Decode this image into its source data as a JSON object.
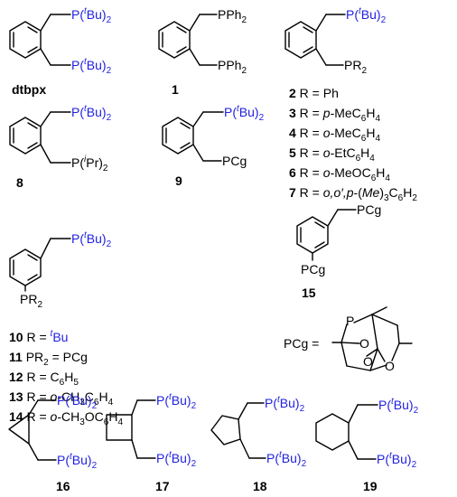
{
  "colors": {
    "highlight": "#1f1fe0",
    "ink": "#000000"
  },
  "groups": {
    "ptbu": {
      "p": "P(",
      "t": "t",
      "bu": "Bu)",
      "two": "2"
    },
    "pph": {
      "p": "PPh",
      "two": "2"
    },
    "pr": {
      "p": "PR",
      "two": "2"
    },
    "pipr": {
      "p": "P(",
      "i": "i",
      "pr": "Pr)",
      "two": "2"
    },
    "pcg": "PCg"
  },
  "compounds": {
    "dtbpx": "dtbpx",
    "c1": "1",
    "c8": "8",
    "c9": "9",
    "c15": "15",
    "c16": "16",
    "c17": "17",
    "c18": "18",
    "c19": "19"
  },
  "list_2_7": [
    {
      "num": "2",
      "r": "R = Ph"
    },
    {
      "num": "3",
      "r": "R = p-MeC6H4"
    },
    {
      "num": "4",
      "r": "R = o-MeC6H4"
    },
    {
      "num": "5",
      "r": "R = o-EtC6H4"
    },
    {
      "num": "6",
      "r": "R = o-MeOC6H4"
    },
    {
      "num": "7",
      "r": "R = o,o′,p-(Me)3C6H2"
    }
  ],
  "list_10_14": [
    {
      "num": "10",
      "r": "R = tBu"
    },
    {
      "num": "11",
      "r": "PR2 = PCg"
    },
    {
      "num": "12",
      "r": "R = C6H5"
    },
    {
      "num": "13",
      "r": "R = o-CH3C6H4"
    },
    {
      "num": "14",
      "r": "R = o-CH3OC6H4"
    }
  ],
  "pcg_def": {
    "label": "PCg =",
    "p": "P",
    "o": "O"
  }
}
